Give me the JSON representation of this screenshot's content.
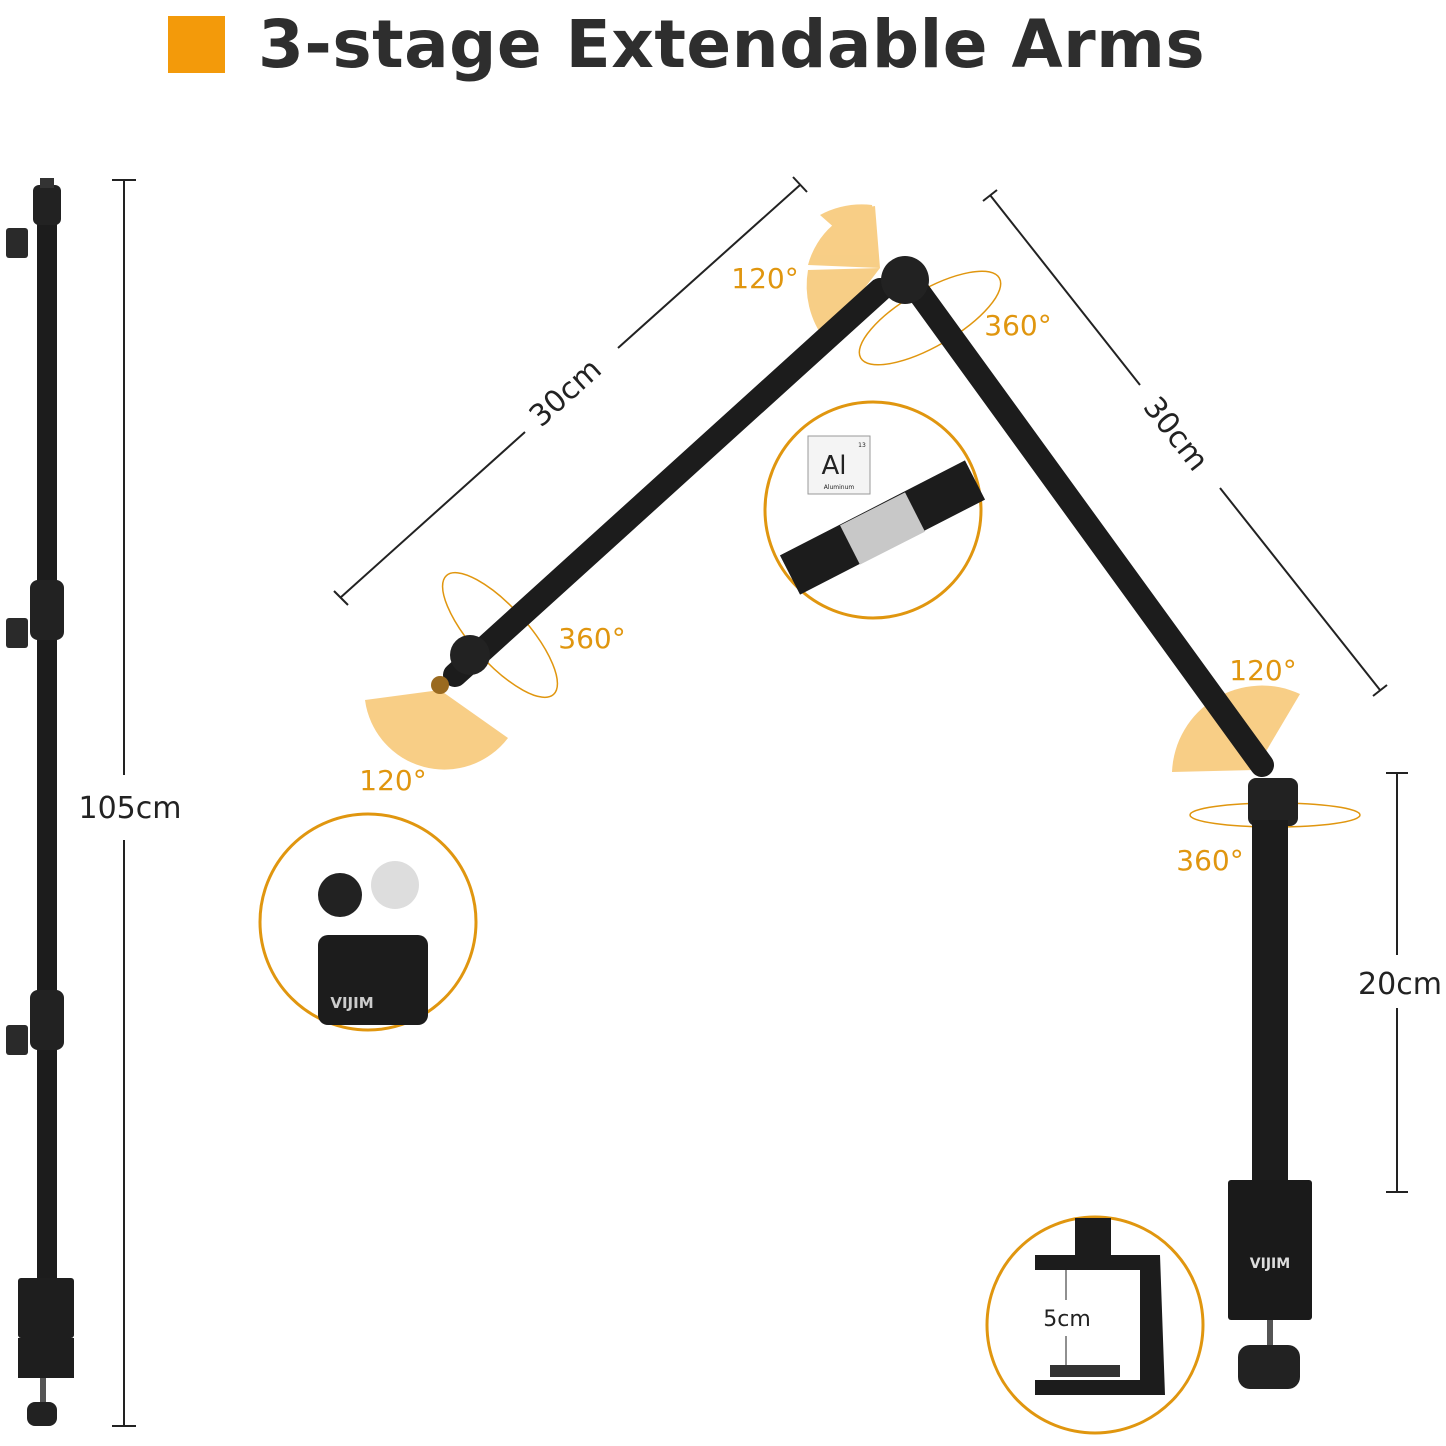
{
  "title": "3-stage Extendable Arms",
  "colors": {
    "accent": "#f39a0a",
    "wedge": "#f7c979",
    "metal": "#1c1c1c"
  },
  "dimensions": {
    "total_height": "105cm",
    "upper_arm": "30cm",
    "lower_arm": "30cm",
    "post": "20cm",
    "clamp_opening": "5cm"
  },
  "angles": {
    "top_joint_tilt": "120°",
    "top_joint_rotate": "360°",
    "head_rotate": "360°",
    "head_tilt": "120°",
    "base_tilt": "120°",
    "base_rotate": "360°"
  },
  "material_badge": {
    "symbol": "Al",
    "number": "13",
    "name": "Aluminum"
  },
  "brand": "VIJIM"
}
